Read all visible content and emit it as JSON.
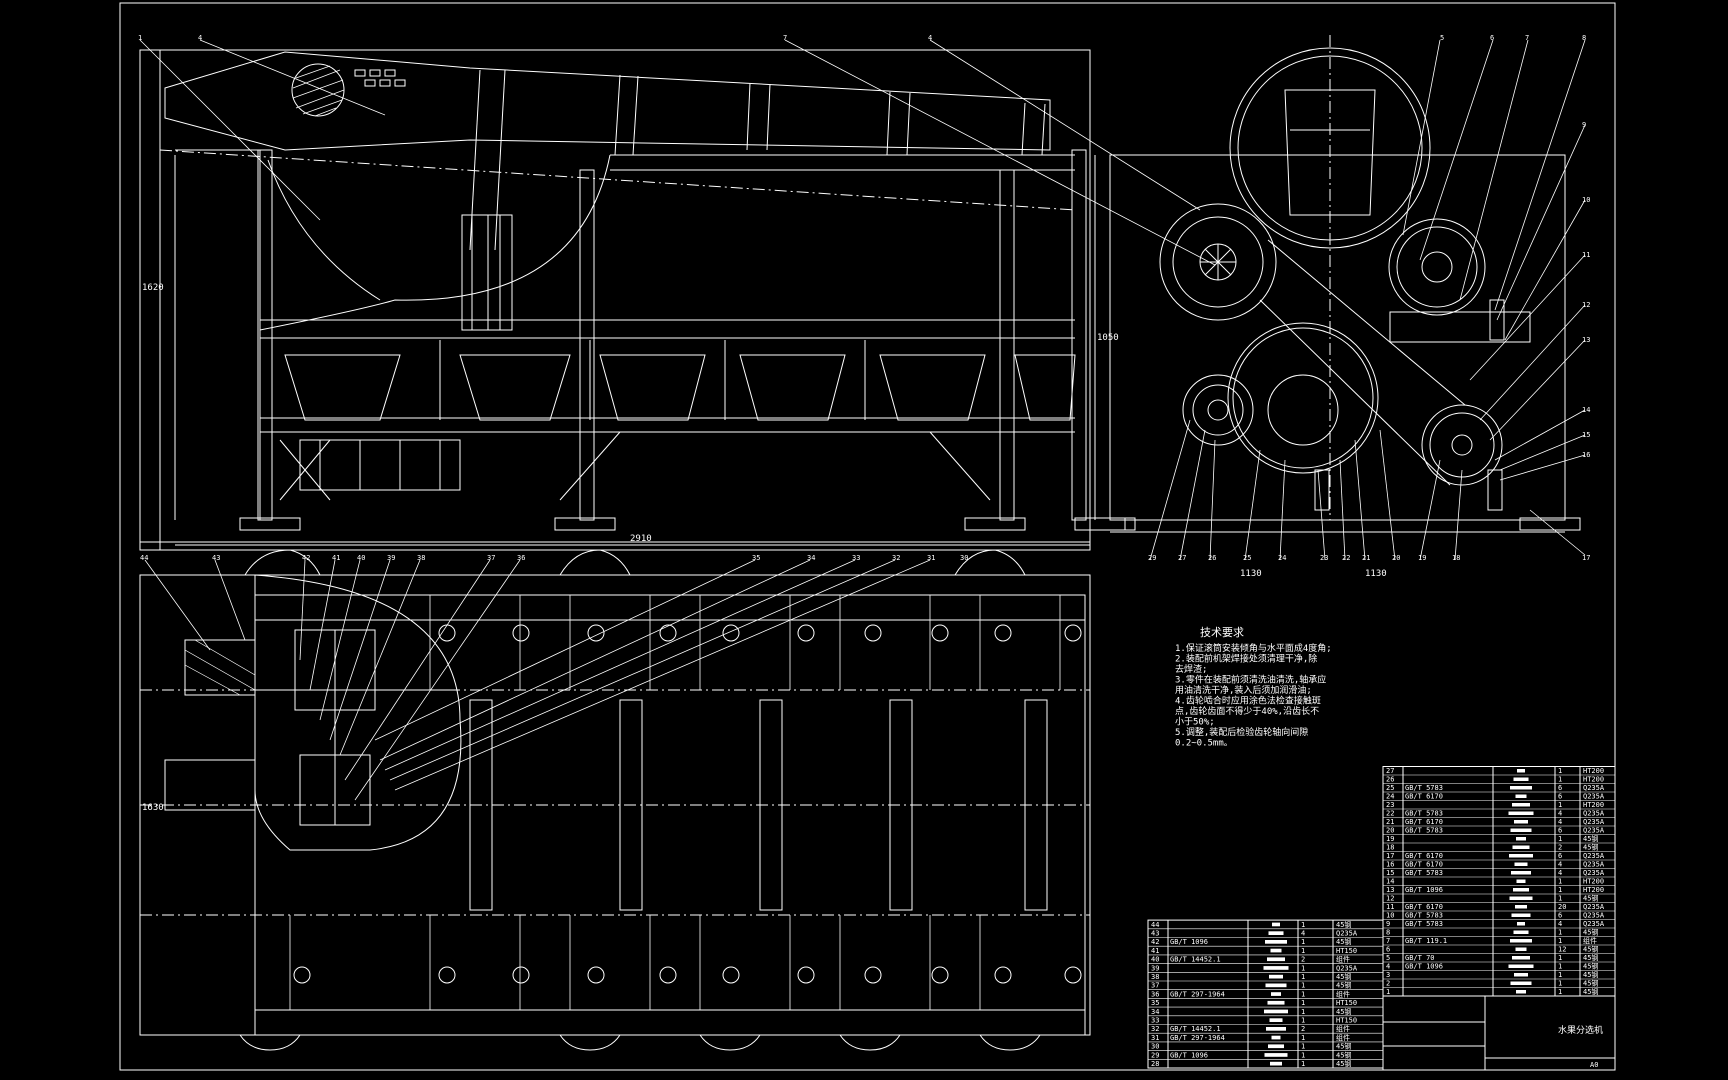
{
  "drawing": {
    "line_color": "#ffffff",
    "background_color": "#000000",
    "dims": {
      "overall_length": "2910",
      "front_height": "1620",
      "plan_width": "1630",
      "side_height": "1050",
      "bottom_left": "1130",
      "bottom_right": "1130"
    },
    "top_balloons_left": [
      "1",
      "4",
      "7",
      "4"
    ],
    "top_balloons_right": [
      "5",
      "6",
      "7",
      "8",
      "9",
      "10",
      "11",
      "12",
      "13",
      "14",
      "15",
      "16",
      "17"
    ],
    "side_bottom_balloons": [
      "29",
      "27",
      "26",
      "25",
      "24",
      "23",
      "22",
      "21",
      "20",
      "19",
      "18"
    ],
    "plan_balloons": [
      "44",
      "43",
      "42",
      "41",
      "40",
      "39",
      "38",
      "37",
      "36",
      "35",
      "34",
      "33",
      "32",
      "31",
      "30"
    ]
  },
  "tech": {
    "title": "技术要求",
    "lines": [
      "1.保证滚筒安装倾角与水平面成4度角;",
      "2.装配前机架焊接处须清理干净,除",
      "去焊渣;",
      "3.零件在装配前须清洗油清洗,轴承应",
      "用油清洗干净,装入后须加润滑油;",
      "4.齿轮啮合时应用涂色法检查接触斑",
      "点,齿轮齿面不得少于40%,沿齿长不",
      "小于50%;",
      "5.调整,装配后检验齿轮轴向间隙",
      "0.2~0.5mm。"
    ]
  },
  "bom": {
    "left": [
      {
        "no": "44",
        "code": "",
        "qty": "1",
        "mat": "45钢"
      },
      {
        "no": "43",
        "code": "",
        "qty": "4",
        "mat": "Q235A"
      },
      {
        "no": "42",
        "code": "GB/T 1096",
        "qty": "1",
        "mat": "45钢"
      },
      {
        "no": "41",
        "code": "",
        "qty": "1",
        "mat": "HT150"
      },
      {
        "no": "40",
        "code": "GB/T 14452.1",
        "qty": "2",
        "mat": "组件"
      },
      {
        "no": "39",
        "code": "",
        "qty": "1",
        "mat": "Q235A"
      },
      {
        "no": "38",
        "code": "",
        "qty": "1",
        "mat": "45钢"
      },
      {
        "no": "37",
        "code": "",
        "qty": "1",
        "mat": "45钢"
      },
      {
        "no": "36",
        "code": "GB/T 297-1964",
        "qty": "1",
        "mat": "组件"
      },
      {
        "no": "35",
        "code": "",
        "qty": "1",
        "mat": "HT150"
      },
      {
        "no": "34",
        "code": "",
        "qty": "1",
        "mat": "45钢"
      },
      {
        "no": "33",
        "code": "",
        "qty": "1",
        "mat": "HT150"
      },
      {
        "no": "32",
        "code": "GB/T 14452.1",
        "qty": "2",
        "mat": "组件"
      },
      {
        "no": "31",
        "code": "GB/T 297-1964",
        "qty": "1",
        "mat": "组件"
      },
      {
        "no": "30",
        "code": "",
        "qty": "1",
        "mat": "45钢"
      },
      {
        "no": "29",
        "code": "GB/T 1096",
        "qty": "1",
        "mat": "45钢"
      },
      {
        "no": "28",
        "code": "",
        "qty": "1",
        "mat": "45钢"
      }
    ],
    "right": [
      {
        "no": "27",
        "code": "",
        "qty": "1",
        "mat": "HT200"
      },
      {
        "no": "26",
        "code": "",
        "qty": "1",
        "mat": "HT200"
      },
      {
        "no": "25",
        "code": "GB/T 5783",
        "qty": "6",
        "mat": "Q235A"
      },
      {
        "no": "24",
        "code": "GB/T 6170",
        "qty": "6",
        "mat": "Q235A"
      },
      {
        "no": "23",
        "code": "",
        "qty": "1",
        "mat": "HT200"
      },
      {
        "no": "22",
        "code": "GB/T 5783",
        "qty": "4",
        "mat": "Q235A"
      },
      {
        "no": "21",
        "code": "GB/T 6170",
        "qty": "4",
        "mat": "Q235A"
      },
      {
        "no": "20",
        "code": "GB/T 5783",
        "qty": "6",
        "mat": "Q235A"
      },
      {
        "no": "19",
        "code": "",
        "qty": "1",
        "mat": "45钢"
      },
      {
        "no": "18",
        "code": "",
        "qty": "2",
        "mat": "45钢"
      },
      {
        "no": "17",
        "code": "GB/T 6170",
        "qty": "6",
        "mat": "Q235A"
      },
      {
        "no": "16",
        "code": "GB/T 6170",
        "qty": "4",
        "mat": "Q235A"
      },
      {
        "no": "15",
        "code": "GB/T 5783",
        "qty": "4",
        "mat": "Q235A"
      },
      {
        "no": "14",
        "code": "",
        "qty": "1",
        "mat": "HT200"
      },
      {
        "no": "13",
        "code": "GB/T 1096",
        "qty": "1",
        "mat": "HT200"
      },
      {
        "no": "12",
        "code": "",
        "qty": "1",
        "mat": "45钢"
      },
      {
        "no": "11",
        "code": "GB/T 6170",
        "qty": "20",
        "mat": "Q235A"
      },
      {
        "no": "10",
        "code": "GB/T 5783",
        "qty": "6",
        "mat": "Q235A"
      },
      {
        "no": "9",
        "code": "GB/T 5783",
        "qty": "4",
        "mat": "Q235A"
      },
      {
        "no": "8",
        "code": "",
        "qty": "1",
        "mat": "45钢"
      },
      {
        "no": "7",
        "code": "GB/T 119.1",
        "qty": "1",
        "mat": "组件"
      },
      {
        "no": "6",
        "code": "",
        "qty": "12",
        "mat": "45钢"
      },
      {
        "no": "5",
        "code": "GB/T 70",
        "qty": "1",
        "mat": "45钢"
      },
      {
        "no": "4",
        "code": "GB/T 1096",
        "qty": "1",
        "mat": "45钢"
      },
      {
        "no": "3",
        "code": "",
        "qty": "1",
        "mat": "45钢"
      },
      {
        "no": "2",
        "code": "",
        "qty": "1",
        "mat": "45钢"
      },
      {
        "no": "1",
        "code": "",
        "qty": "1",
        "mat": "45钢"
      }
    ]
  },
  "title_block": {
    "name": "水果分选机",
    "sheet": "A0"
  }
}
